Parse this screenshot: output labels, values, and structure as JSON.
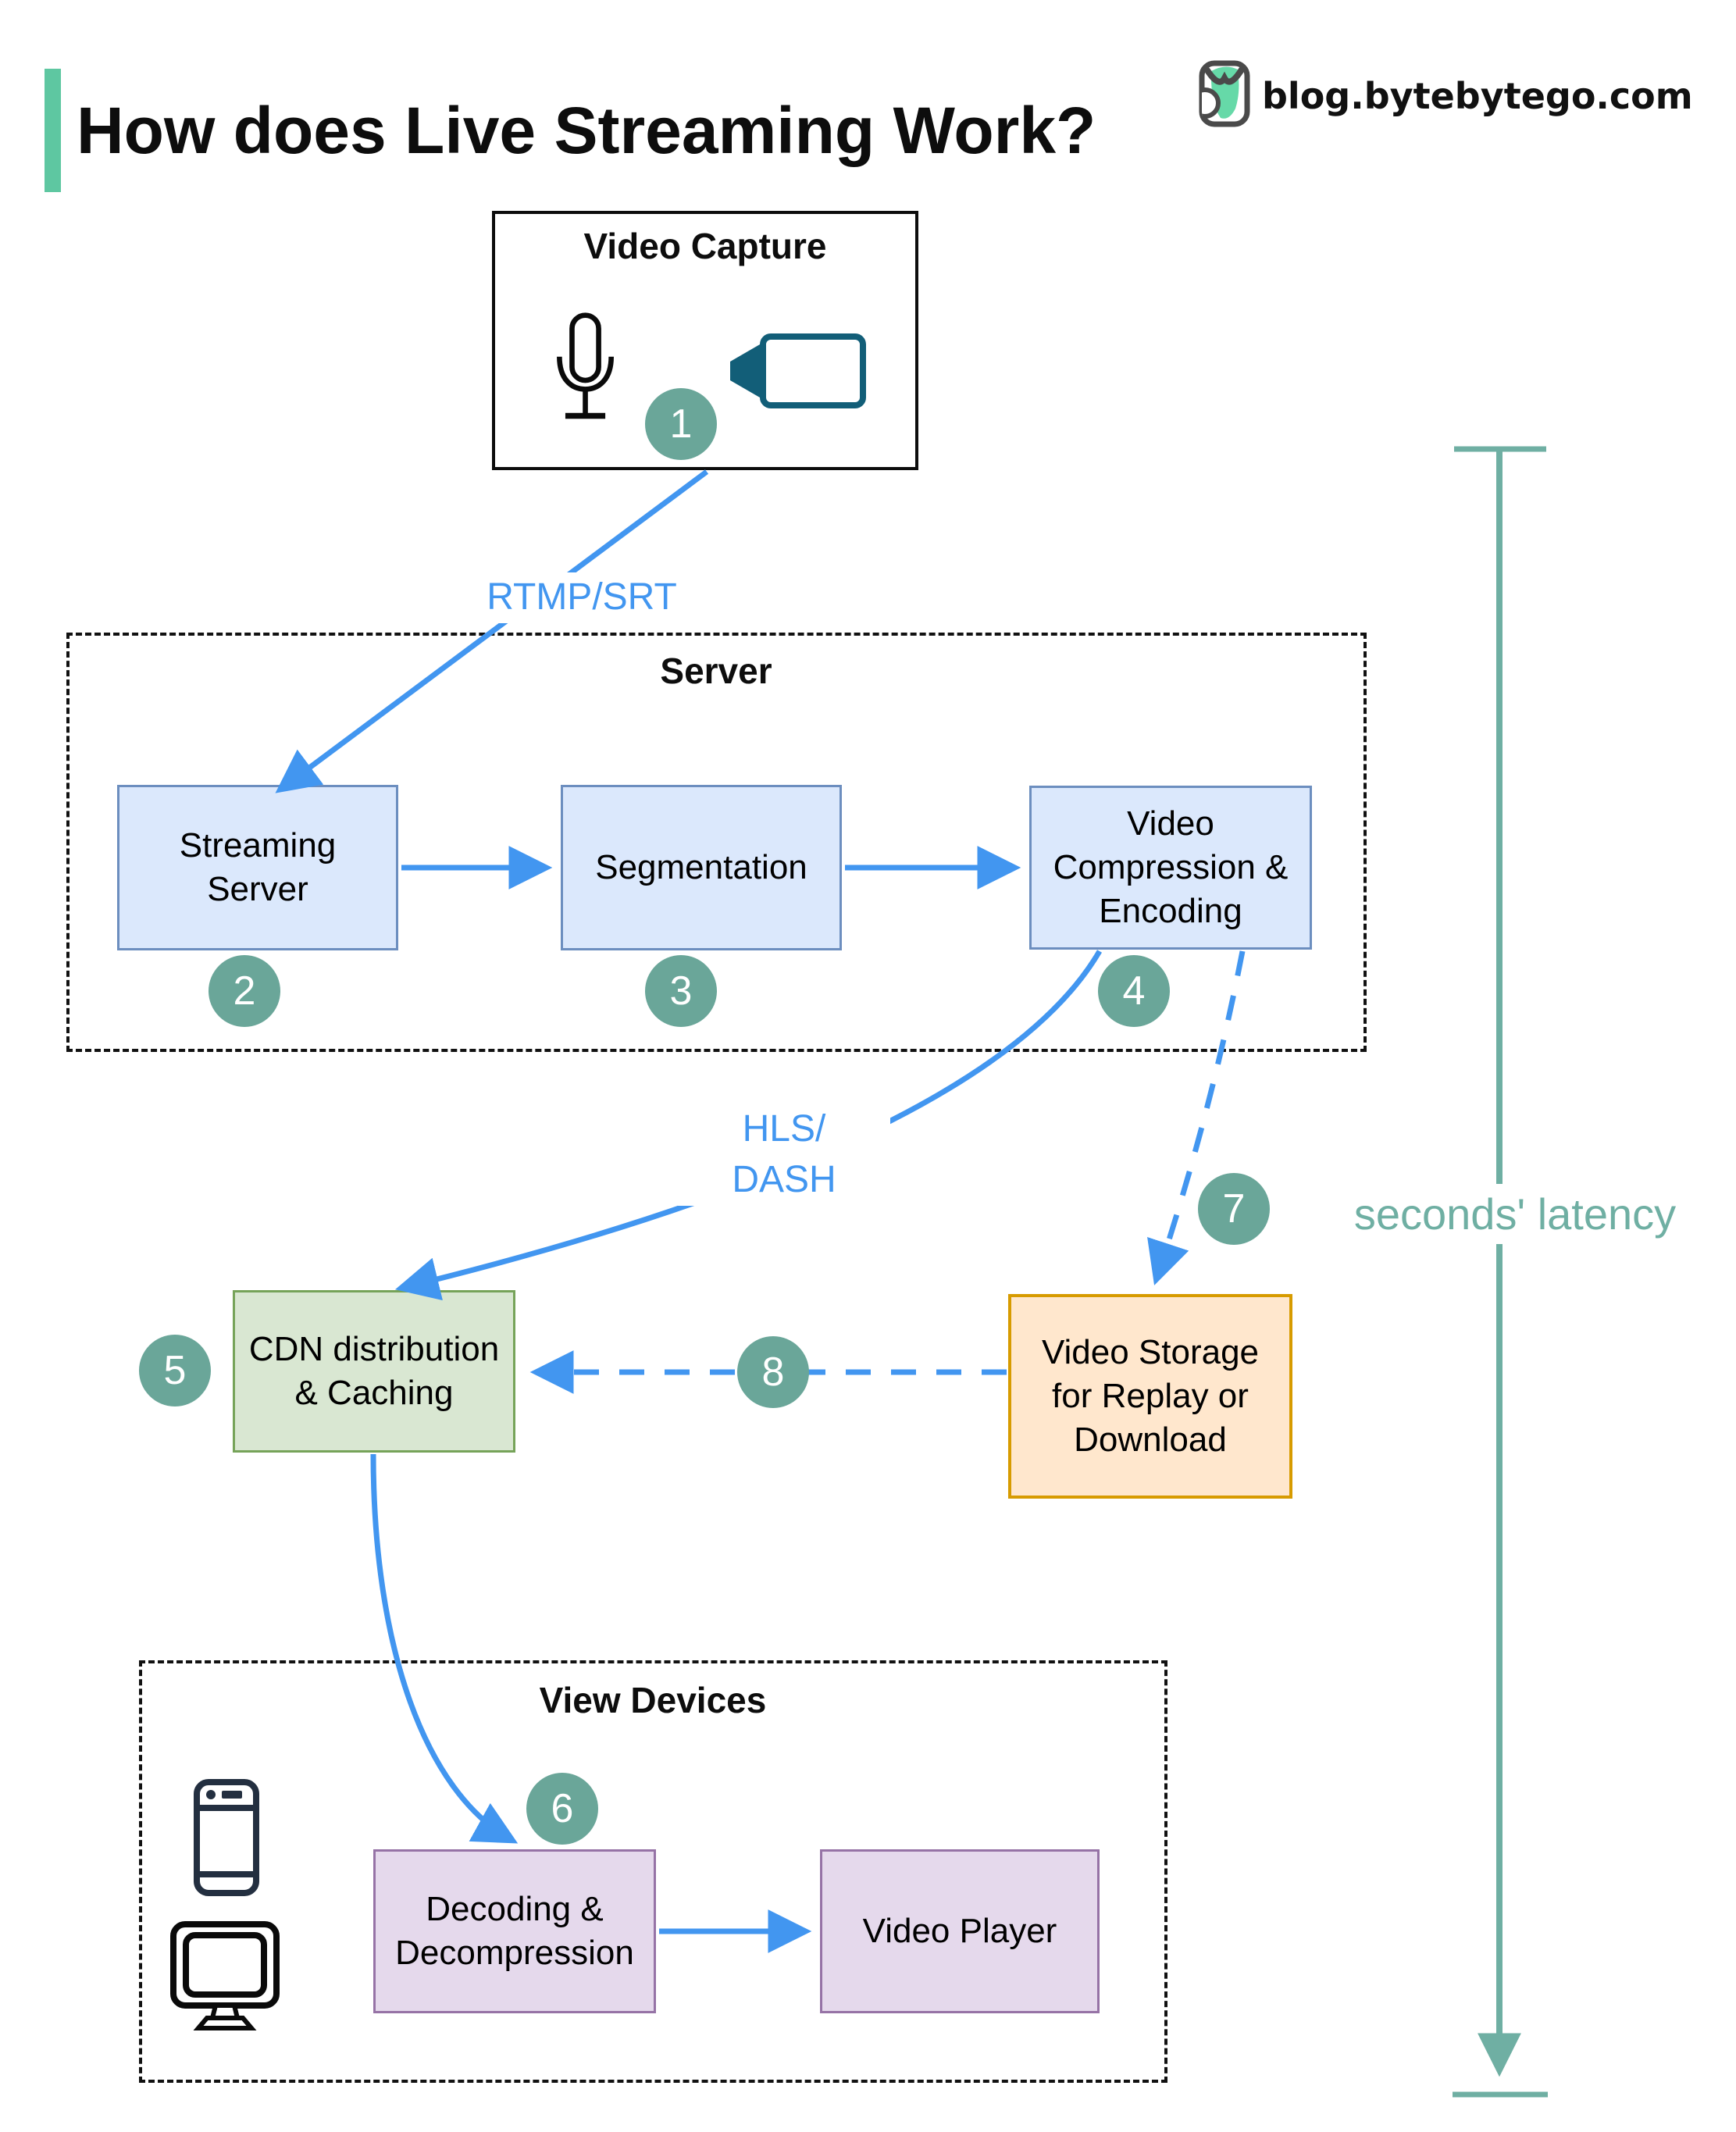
{
  "header": {
    "title": "How does Live Streaming Work?",
    "site": "blog.bytebytego.com"
  },
  "groups": {
    "server": {
      "label": "Server"
    },
    "view_devices": {
      "label": "View Devices"
    }
  },
  "nodes": {
    "video_capture": {
      "label": "Video Capture"
    },
    "streaming_server": {
      "label": "Streaming\nServer"
    },
    "segmentation": {
      "label": "Segmentation"
    },
    "video_compression": {
      "label": "Video\nCompression &\nEncoding"
    },
    "cdn": {
      "label": "CDN distribution\n& Caching"
    },
    "video_storage": {
      "label": "Video Storage\nfor Replay or\nDownload"
    },
    "decoding": {
      "label": "Decoding &\nDecompression"
    },
    "video_player": {
      "label": "Video Player"
    }
  },
  "edge_labels": {
    "rtmp": "RTMP/SRT",
    "hls": "HLS/\nDASH"
  },
  "annotations": {
    "latency": "seconds' latency"
  },
  "badges": {
    "b1": "1",
    "b2": "2",
    "b3": "3",
    "b4": "4",
    "b5": "5",
    "b6": "6",
    "b7": "7",
    "b8": "8"
  },
  "icons": {
    "logo": "bytebytego-logo-icon",
    "video_capture": [
      "microphone-icon",
      "video-camera-icon"
    ],
    "view_devices": [
      "smartphone-icon",
      "monitor-icon"
    ]
  },
  "colors": {
    "arrow_blue": "#4296f0",
    "badge_green": "#6aa699",
    "accent_teal": "#5ec7a1",
    "latency_teal": "#6fafa3",
    "blue_box_fill": "#dbe8fc",
    "blue_box_stroke": "#6c8ebf",
    "green_box_fill": "#d9e7d2",
    "green_box_stroke": "#76a359",
    "orange_box_fill": "#ffe7cd",
    "orange_box_stroke": "#d79b00",
    "purple_box_fill": "#e5d9ec",
    "purple_box_stroke": "#9673a6",
    "camera_teal": "#125e78",
    "phone_navy": "#232f40"
  }
}
